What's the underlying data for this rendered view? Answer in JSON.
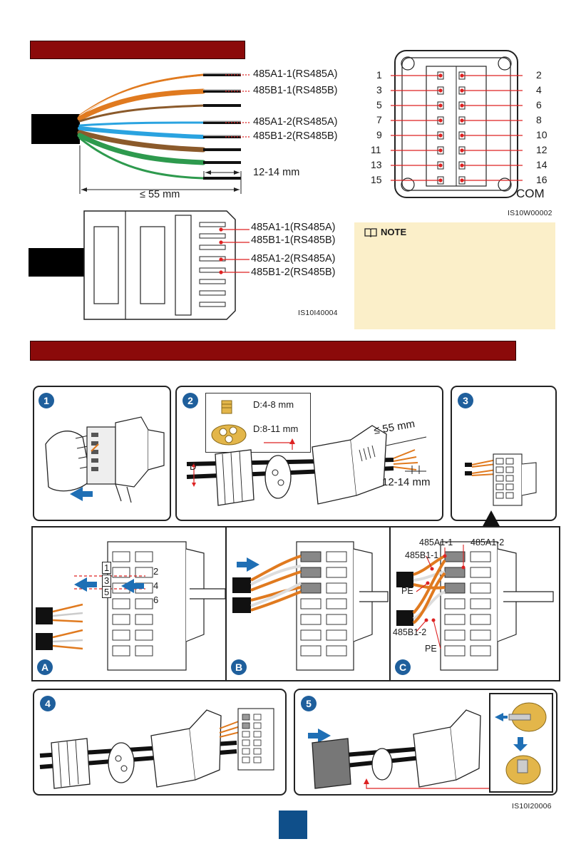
{
  "cable": {
    "labels": [
      "485A1-1(RS485A)",
      "485B1-1(RS485B)",
      "485A1-2(RS485A)",
      "485B1-2(RS485B)"
    ],
    "strip_length": "12-14 mm",
    "max_length": "≤ 55 mm"
  },
  "connector_labels": [
    "485A1-1(RS485A)",
    "485B1-1(RS485B)",
    "485A1-2(RS485A)",
    "485B1-2(RS485B)"
  ],
  "com_port": {
    "left_pins": [
      "1",
      "3",
      "5",
      "7",
      "9",
      "11",
      "13",
      "15"
    ],
    "right_pins": [
      "2",
      "4",
      "6",
      "8",
      "10",
      "12",
      "14",
      "16"
    ],
    "label": "COM"
  },
  "figure_codes": {
    "com": "IS10W00002",
    "connector": "IS10I40004",
    "steps": "IS10I20006"
  },
  "note": {
    "title": "NOTE"
  },
  "steps": {
    "s1": "1",
    "s2": "2",
    "s3": "3",
    "s4": "4",
    "s5": "5",
    "a": "A",
    "b": "B",
    "c": "C",
    "d_label": "D",
    "d1": "D:4-8 mm",
    "d2": "D:8-11 mm",
    "len": "≤ 55 mm",
    "strip": "12-14 mm",
    "pin_numbers": [
      "1",
      "2",
      "3",
      "4",
      "5",
      "6"
    ],
    "c_labels": {
      "a11": "485A1-1",
      "a12": "485A1-2",
      "b11": "485B1-1",
      "pe1": "PE",
      "b12": "485B1-2",
      "pe2": "PE"
    }
  },
  "colors": {
    "header_bar": "#8b0a0a",
    "step_circle": "#1f5f9c",
    "arrow": "#1f6fb5",
    "note_bg": "#fbefc9",
    "orange": "#e07a1f",
    "blue_wire": "#2aa3e0",
    "brown_wire": "#8b5a2b",
    "green_wire": "#2e9a4e",
    "page_box": "#0f4f8a"
  }
}
